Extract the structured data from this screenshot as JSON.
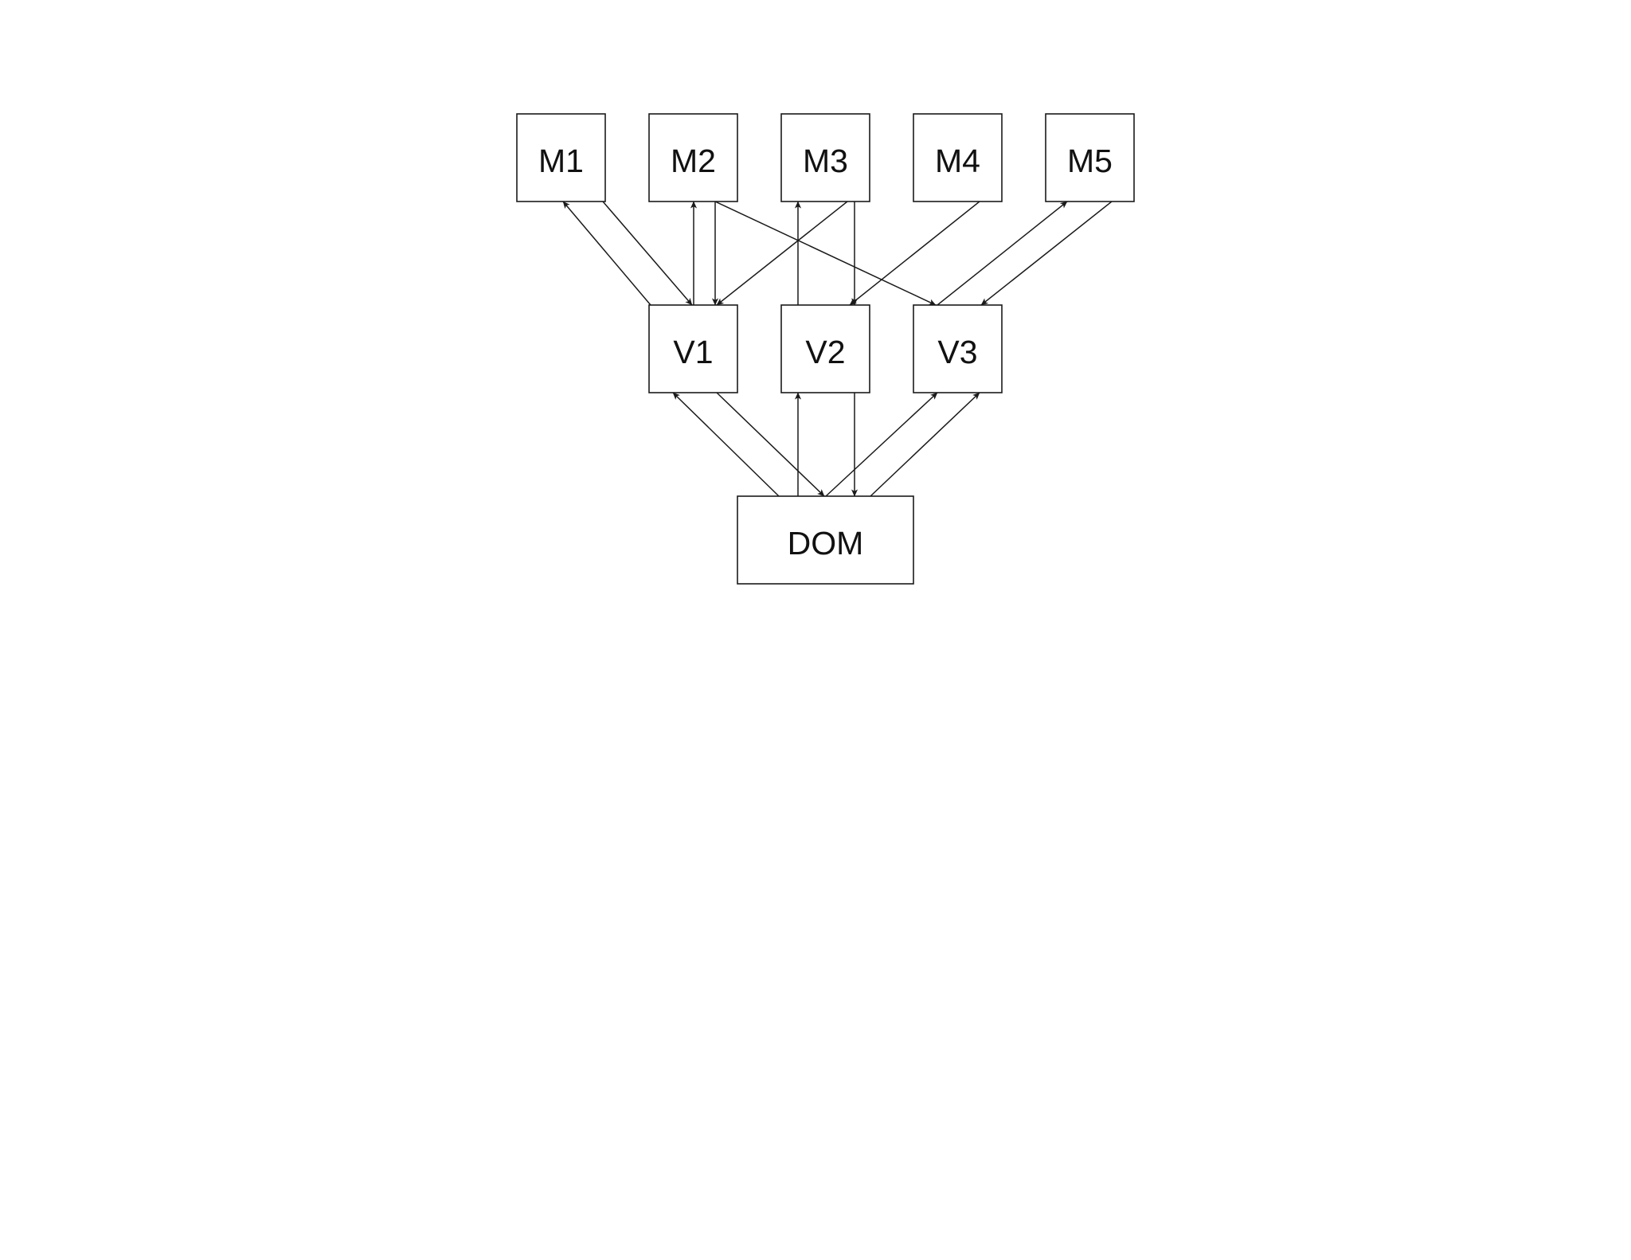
{
  "nodes": [
    {
      "id": "M1",
      "label": "M1"
    },
    {
      "id": "M2",
      "label": "M2"
    },
    {
      "id": "M3",
      "label": "M3"
    },
    {
      "id": "M4",
      "label": "M4"
    },
    {
      "id": "M5",
      "label": "M5"
    },
    {
      "id": "V1",
      "label": "V1"
    },
    {
      "id": "V2",
      "label": "V2"
    },
    {
      "id": "V3",
      "label": "V3"
    },
    {
      "id": "DOM",
      "label": "DOM"
    }
  ],
  "edges": [
    {
      "from": "V1",
      "to": "M1"
    },
    {
      "from": "M1",
      "to": "V1"
    },
    {
      "from": "V1",
      "to": "M2"
    },
    {
      "from": "M2",
      "to": "V1"
    },
    {
      "from": "M3",
      "to": "V1"
    },
    {
      "from": "M2",
      "to": "V3"
    },
    {
      "from": "V2",
      "to": "M3"
    },
    {
      "from": "M3",
      "to": "V2"
    },
    {
      "from": "M4",
      "to": "V2"
    },
    {
      "from": "V3",
      "to": "M5"
    },
    {
      "from": "M5",
      "to": "V3"
    },
    {
      "from": "DOM",
      "to": "V1"
    },
    {
      "from": "V1",
      "to": "DOM"
    },
    {
      "from": "DOM",
      "to": "V2"
    },
    {
      "from": "V2",
      "to": "DOM"
    },
    {
      "from": "DOM",
      "to": "V3"
    },
    {
      "from": "DOM",
      "to": "V3"
    }
  ]
}
